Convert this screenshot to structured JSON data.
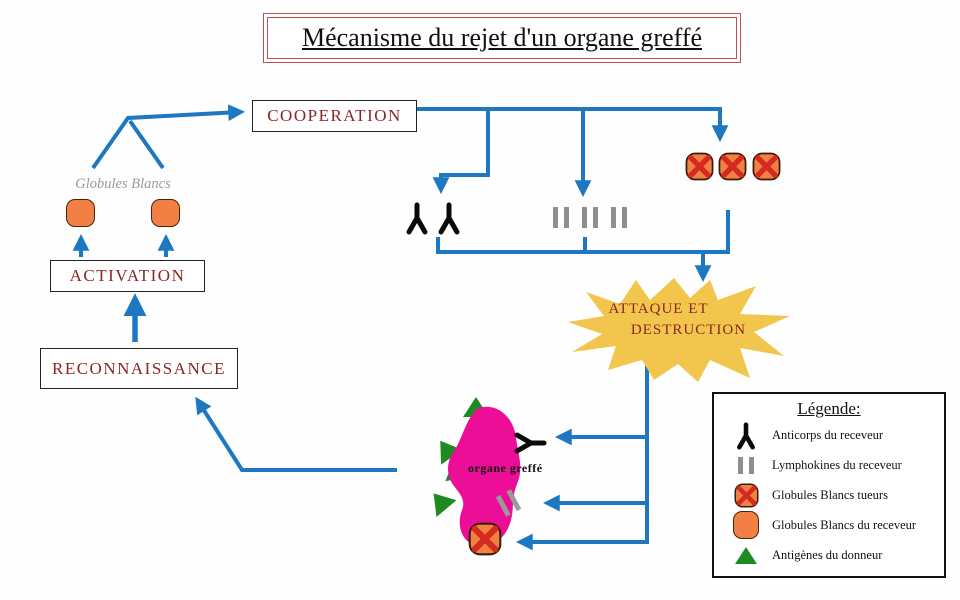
{
  "title": "Mécanisme du rejet d'un organe greffé",
  "boxes": {
    "cooperation": "COOPERATION",
    "activation": "ACTIVATION",
    "reconnaissance": "RECONNAISSANCE"
  },
  "labels": {
    "globules_blancs": "Globules Blancs",
    "organe_greffe": "organe greffé"
  },
  "attack": {
    "line1": "ATTAQUE ET",
    "line2": "DESTRUCTION"
  },
  "legend": {
    "title": "Légende:",
    "items": [
      {
        "icon": "antibody-icon",
        "label": "Anticorps du receveur"
      },
      {
        "icon": "lymphokine-icon",
        "label": "Lymphokines du receveur"
      },
      {
        "icon": "killer-cell-icon",
        "label": "Globules Blancs tueurs"
      },
      {
        "icon": "white-cell-icon",
        "label": "Globules Blancs du receveur"
      },
      {
        "icon": "antigen-icon",
        "label": "Antigènes du donneur"
      }
    ]
  },
  "colors": {
    "arrow_blue": "#1d78c1",
    "box_text_red": "#8b2525",
    "cell_orange": "#f28044",
    "killer_x_red": "#d42a20",
    "starburst_yellow": "#f2c64d",
    "organ_magenta": "#ec0e96",
    "antigen_green": "#1e8b22",
    "lymphokine_gray": "#8f8f8f",
    "title_border_red": "#c0504d"
  }
}
